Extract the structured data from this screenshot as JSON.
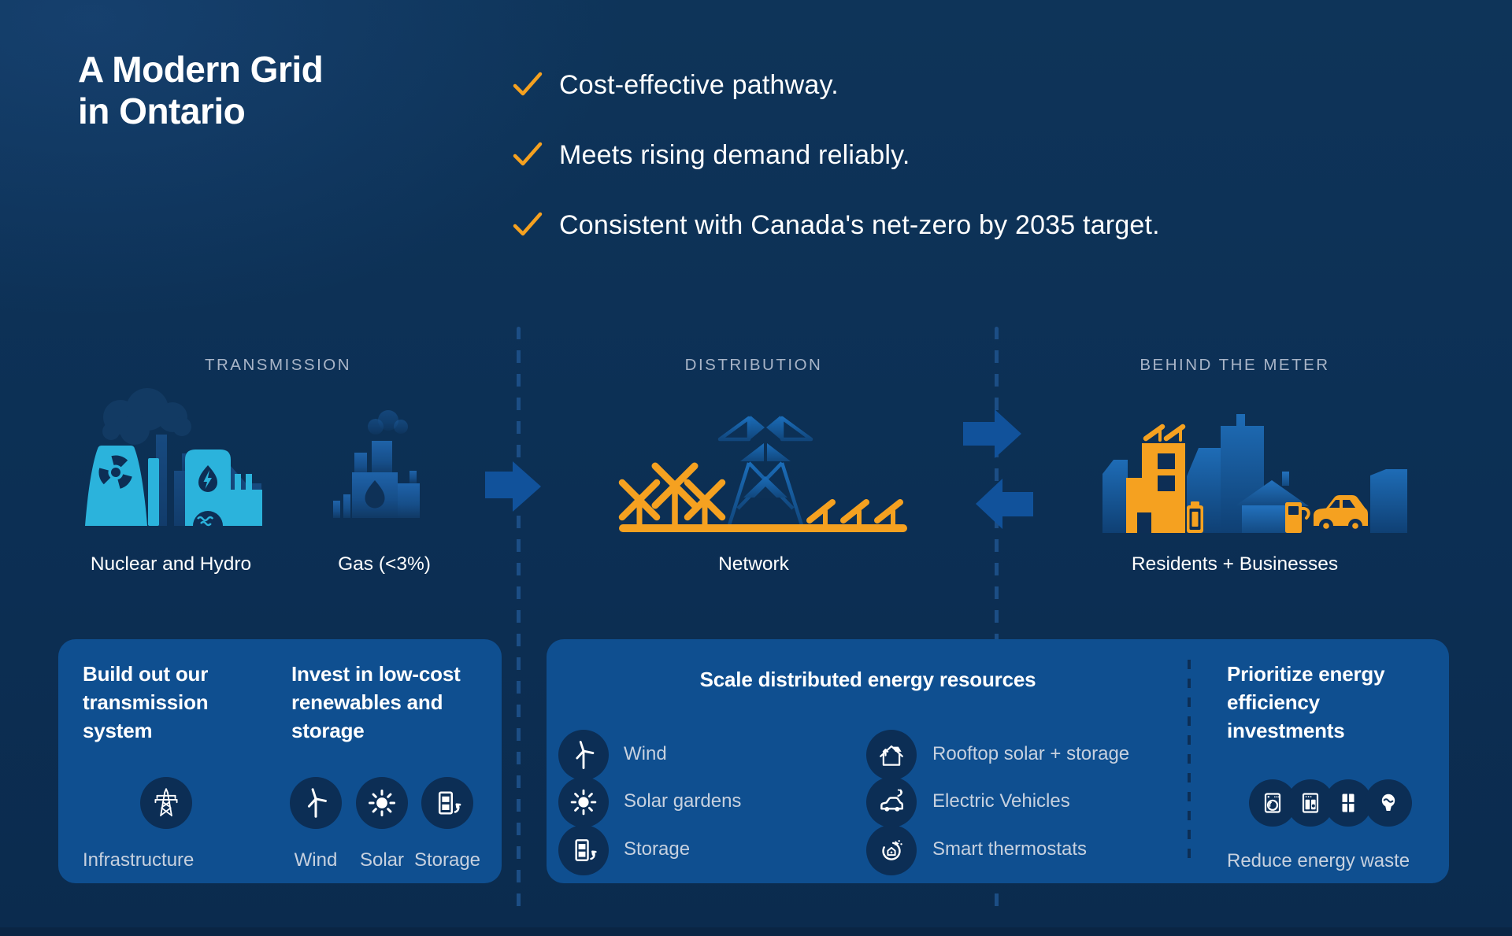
{
  "title": {
    "lines": [
      "A Modern Grid",
      "in Ontario"
    ]
  },
  "checklist": [
    {
      "icon": "check",
      "text": "Cost-effective pathway."
    },
    {
      "icon": "check",
      "text": "Meets rising demand reliably."
    },
    {
      "icon": "check",
      "text": "Consistent with Canada's net-zero by 2035 target."
    }
  ],
  "stages": {
    "transmission": {
      "header": "TRANSMISSION",
      "captions": [
        {
          "text": "Nuclear and Hydro"
        },
        {
          "text": "Gas (<3%)"
        }
      ]
    },
    "distribution": {
      "header": "DISTRIBUTION",
      "caption": "Network"
    },
    "behind_the_meter": {
      "header": "BEHIND THE METER",
      "caption": "Residents + Businesses"
    }
  },
  "cards": {
    "build": {
      "heading": "Build out our transmission system",
      "icon": "tower",
      "caption": "Infrastructure"
    },
    "invest": {
      "heading": "Invest in low-cost renewables and storage",
      "items": [
        {
          "icon": "wind",
          "label": "Wind"
        },
        {
          "icon": "sun",
          "label": "Solar"
        },
        {
          "icon": "storage",
          "label": "Storage"
        }
      ]
    },
    "der": {
      "heading": "Scale distributed energy resources",
      "left_items": [
        {
          "icon": "wind",
          "label": "Wind"
        },
        {
          "icon": "sun",
          "label": "Solar gardens"
        },
        {
          "icon": "storage",
          "label": "Storage"
        }
      ],
      "right_items": [
        {
          "icon": "rooftop",
          "label": "Rooftop solar + storage"
        },
        {
          "icon": "ev",
          "label": "Electric Vehicles"
        },
        {
          "icon": "thermostat",
          "label": "Smart thermostats"
        }
      ]
    },
    "efficiency": {
      "heading": "Prioritize energy efficiency investments",
      "icons": [
        "washer",
        "stove",
        "window",
        "bulb"
      ],
      "caption": "Reduce energy waste"
    }
  },
  "colors": {
    "background": "#0C2F54",
    "card": "#0F4F90",
    "icon_circle": "#0C2E55",
    "cyan": "#2BB3DC",
    "medium_blue": "#1765B3",
    "arrow_blue": "#11529B",
    "orange": "#F5A120",
    "header_gray": "#A9B5C8",
    "caption_gray": "#C7D1DF",
    "text_white": "#FFFFFF"
  }
}
